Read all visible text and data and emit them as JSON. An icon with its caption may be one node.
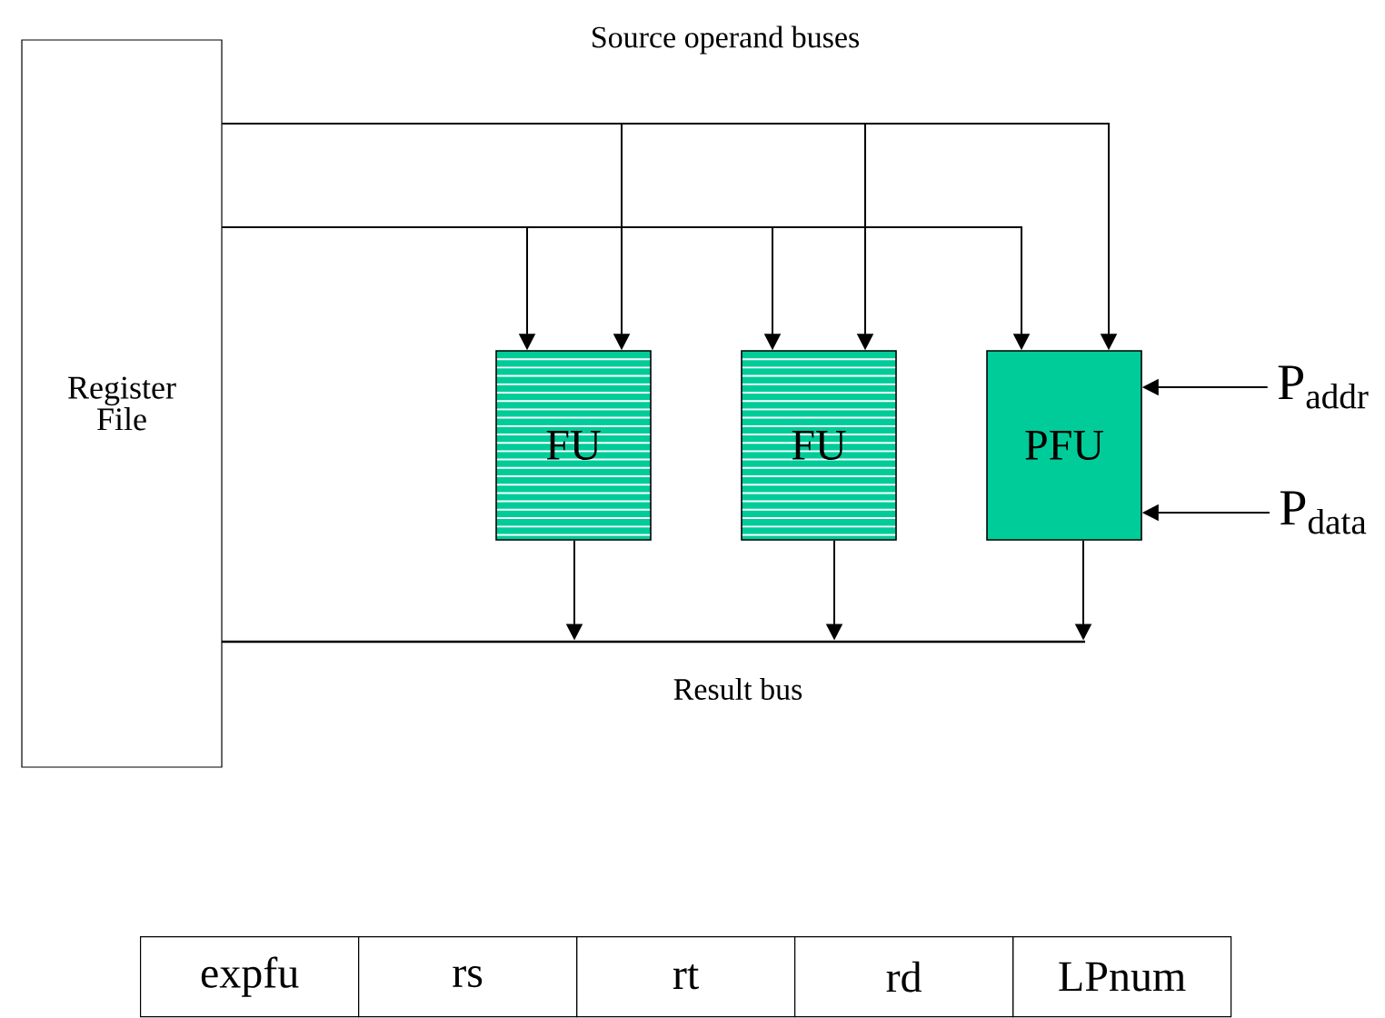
{
  "diagram": {
    "nodes": [
      {
        "text": [
          "Register File"
        ]
      },
      {
        "text": [
          "FU"
        ]
      },
      {
        "text": [
          "FU"
        ]
      },
      {
        "text": [
          "PFU"
        ]
      },
      {
        "text": [
          "P$_{addr}$"
        ]
      },
      {
        "text": [
          "P$_{data}$"
        ]
      },
      {
        "text": [],
        "shape": "bar",
        "beside": [
          "Result bus"
        ]
      }
    ],
    "edges": [
      {
        "from": 0,
        "to": 1,
        "arrow": "to"
      },
      {
        "from": 0,
        "to": 1,
        "arrow": "to"
      },
      {
        "from": 0,
        "to": 2,
        "arrow": "to"
      },
      {
        "from": 0,
        "to": 2,
        "arrow": "to"
      },
      {
        "from": 0,
        "to": 3,
        "arrow": "to"
      },
      {
        "from": 0,
        "to": 3,
        "arrow": "to"
      },
      {
        "from": 1,
        "to": 6,
        "arrow": "to"
      },
      {
        "from": 2,
        "to": 6,
        "arrow": "to"
      },
      {
        "from": 3,
        "to": 6,
        "arrow": "to"
      },
      {
        "from": 4,
        "to": 3,
        "arrow": "to"
      },
      {
        "from": 5,
        "to": 3,
        "arrow": "to"
      }
    ],
    "labels": [
      "Source operand buses",
      "expfu",
      "rs",
      "rt",
      "rd",
      "LPnum"
    ]
  }
}
